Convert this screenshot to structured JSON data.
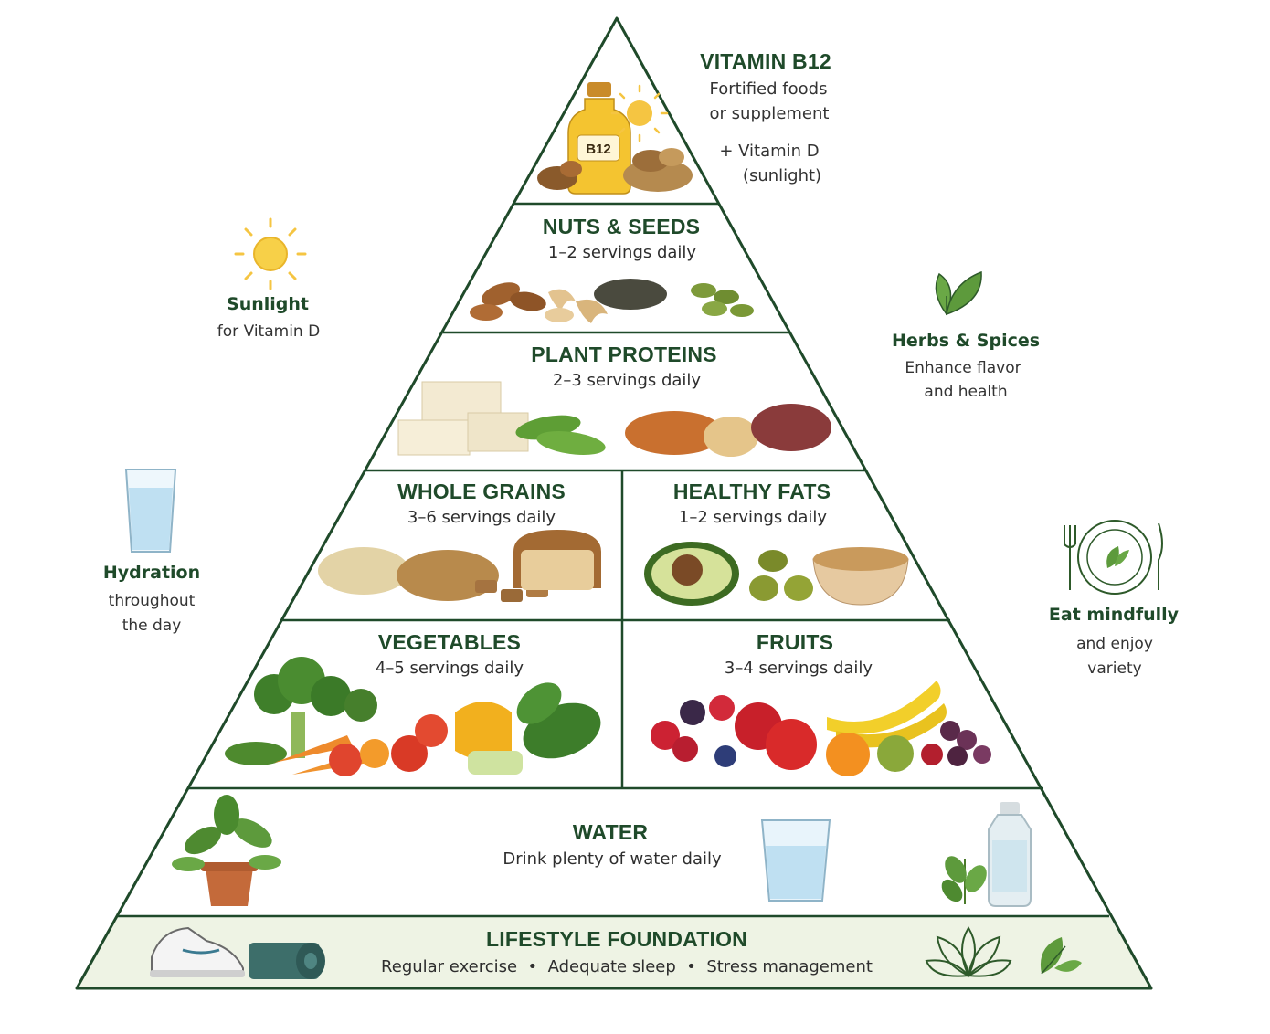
{
  "palette": {
    "outline": "#1f4a2a",
    "title_green": "#1f4a2a",
    "base_band": "#eef3e4",
    "leaf": "#5d9a3c",
    "sun": "#f5c542",
    "water": "#bfe0f2"
  },
  "apex": {
    "title": "VITAMIN B12",
    "line1": "Fortified foods",
    "line2": "or supplement",
    "extra1": "+ Vitamin D",
    "extra2": "(sunlight)",
    "bottle_label": "B12"
  },
  "nuts_seeds": {
    "title": "NUTS & SEEDS",
    "servings": "1–2 servings daily"
  },
  "plant_proteins": {
    "title": "PLANT PROTEINS",
    "servings": "2–3 servings daily"
  },
  "whole_grains": {
    "title": "WHOLE GRAINS",
    "servings": "3–6 servings daily"
  },
  "healthy_fats": {
    "title": "HEALTHY FATS",
    "servings": "1–2 servings daily"
  },
  "vegetables": {
    "title": "VEGETABLES",
    "servings": "4–5 servings daily"
  },
  "fruits": {
    "title": "FRUITS",
    "servings": "3–4 servings daily"
  },
  "water": {
    "title": "WATER",
    "subtitle": "Drink plenty of water daily"
  },
  "lifestyle": {
    "title": "LIFESTYLE  FOUNDATION",
    "items": [
      "Regular exercise",
      "Adequate sleep",
      "Stress management"
    ],
    "separator": "•"
  },
  "side_notes": {
    "sunlight": {
      "title": "Sunlight",
      "sub": "for Vitamin D"
    },
    "hydration": {
      "title": "Hydration",
      "sub1": "throughout",
      "sub2": "the day"
    },
    "herbs": {
      "title": "Herbs & Spices",
      "sub1": "Enhance flavor",
      "sub2": "and health"
    },
    "mindful": {
      "title": "Eat mindfully",
      "sub1": "and enjoy",
      "sub2": "variety"
    }
  },
  "icons": [
    "sun-icon",
    "water-glass-icon",
    "herb-leaf-icon",
    "plate-cutlery-icon",
    "potted-plant-icon",
    "water-bottle-icon",
    "sneaker-icon",
    "yoga-mat-icon",
    "lotus-icon",
    "leaf-icon"
  ]
}
